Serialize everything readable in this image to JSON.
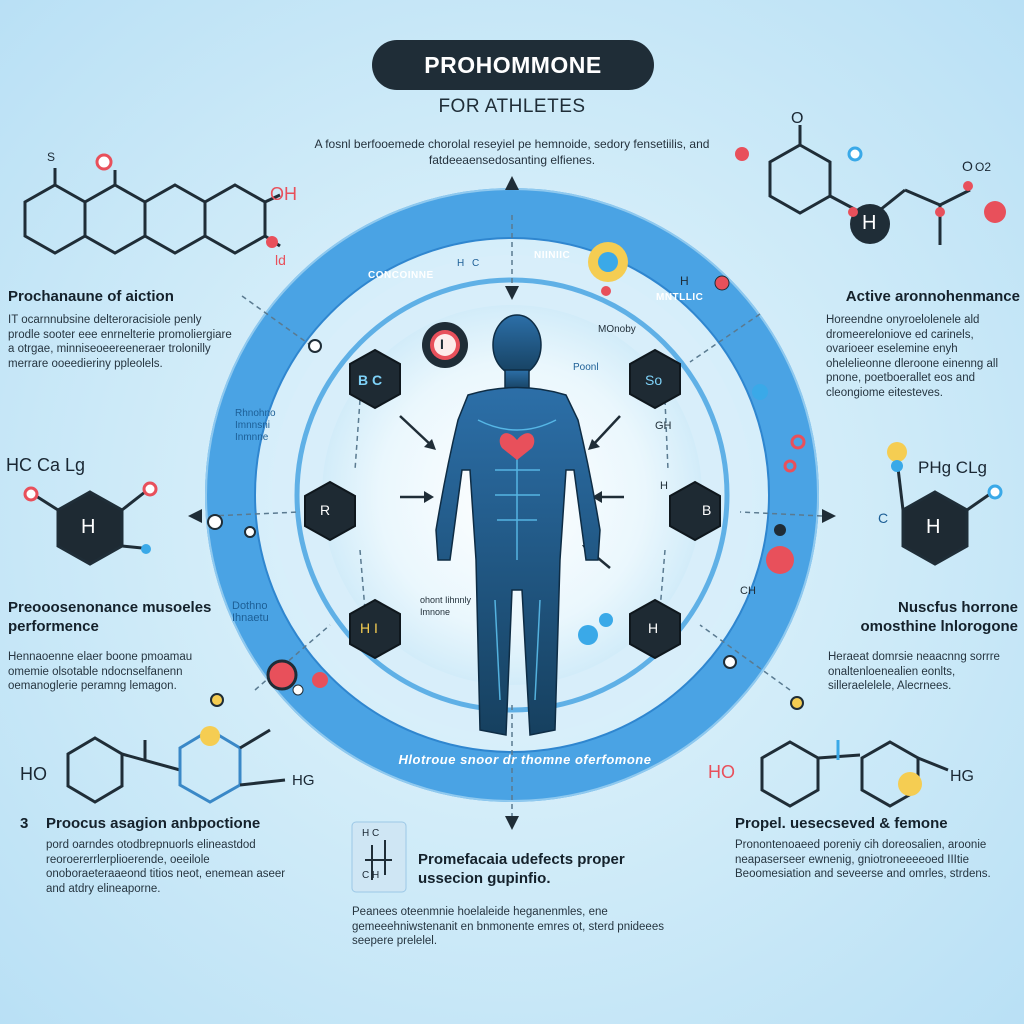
{
  "header": {
    "title": "PROHOMMONE",
    "subtitle": "FOR ATHLETES",
    "intro": "A fosnl berfooemede chorolal reseyiel pe hemnoide, sedory fensetiilis, and fatdeeaensedosanting elfienes."
  },
  "ring": {
    "top_labels": [
      "H",
      "C",
      "CONCOINNE",
      "NIINIIC",
      "H",
      "MNTLLIC"
    ],
    "bottom_label": "Hlotroue snoor dr thomne oferfomone",
    "inner_left_label": "Rhnohno Imnnsni Inmnne",
    "inner_left2_label": "Dothno Ihnaetu",
    "center_left_label": "ohont Iihnnly Imnone",
    "center_right_label": "Poonl",
    "mid_label": "MOnoby",
    "hex_labels": [
      "B C",
      "R",
      "H I",
      "So",
      "B",
      "H"
    ],
    "right_hex_small": "H",
    "right_small": "CH",
    "bottom_right_small": "GH",
    "center_badge": "I"
  },
  "molecules": {
    "top_left": {
      "top": "S",
      "right": "OH",
      "bottom": "ld"
    },
    "top_right": {
      "top": "O",
      "right_top": "O",
      "right": "O2",
      "center": "H"
    },
    "mid_left": {
      "formula": "HC Ca Lg",
      "center": "H"
    },
    "mid_right": {
      "formula": "PHg CLg",
      "left": "C",
      "center": "H"
    },
    "bottom_left": {
      "left": "HO",
      "right": "HG"
    },
    "bottom_right": {
      "left": "HO",
      "right": "HG"
    },
    "bottom_center": {
      "top": "H C",
      "bottom": "C H"
    }
  },
  "sections": {
    "mechanism": {
      "heading": "Prochanaune of aiction",
      "text": "IT ocarnnubsine delteroracisiole penly prodle sooter eee enrnelterie promoliergiare a otrgae, minniseoeereeneraer trolonilly merrare ooeedieriny ppleolels."
    },
    "active": {
      "heading": "Active aronnohenmance",
      "text": "Horeendne onyroelolenele ald dromeereloniove ed carinels, ovarioeer eselemine enyh ohelelieonne dleroone einenng all pnone, poetboerallet eos and cleongiome eitesteves."
    },
    "performance": {
      "heading": "Preooosenonance musoeles performence",
      "text": "Hennaoenne elaer boone pmoamau omemie olsotable ndocnselfanenn oemanoglerie peramng lemagon."
    },
    "nuseful": {
      "heading": "Nuscfus horrone omosthine lnlorogone",
      "text": "Heraeat domrsie neaacnng sorrre onaltenloenealien eonlts, silleraelelele, Alecrnees."
    },
    "process": {
      "number": "3",
      "heading": "Proocus asagion anbpoctione",
      "text": "pord oarndes otodbrepnuorls elineastdod reoroererrlerplioerende, oeeilole onoboraeteraaeond titios neot, enemean aseer and atdry elineaporne."
    },
    "proper": {
      "heading": "Propel. uesecseved & femone",
      "text": "Pronontenoaeed poreniy cih doreosalien, aroonie neapaserseer ewnenig, gniotroneeeeoed IIItie Beoomesiation and seveerse and omrles, strdens."
    },
    "defects": {
      "heading": "Promefacaia udefects proper ussecion gupinfio.",
      "text": "Peanees oteenmnie hoelaleide heganenmles, ene gemeeehniwstenanit en bnmonente emres ot, sterd pnideees seepere prelelel."
    }
  },
  "colors": {
    "ring": "#4aa3e4",
    "ring_dark": "#2f86cf",
    "hex_fill": "#1e2a33",
    "accent_red": "#e8505b",
    "accent_blue": "#3aa9e8",
    "accent_yellow": "#f5cd52",
    "title_bg": "#1f2d37"
  }
}
